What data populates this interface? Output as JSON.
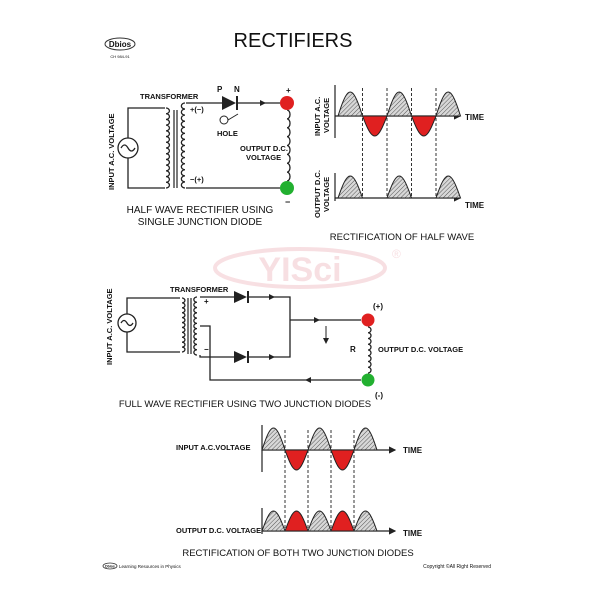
{
  "header": {
    "logo_text": "Dbios",
    "logo_code": "CH 984-91",
    "title": "RECTIFIERS"
  },
  "half_wave_circuit": {
    "transformer_label": "TRANSFORMER",
    "input_label": "INPUT A.C. VOLTAGE",
    "top_terminal": "+(−)",
    "bottom_terminal": "−(+)",
    "p_label": "P",
    "n_label": "N",
    "hole_label": "HOLE",
    "output_label_1": "OUTPUT D.C.",
    "output_label_2": "VOLTAGE",
    "plus": "+",
    "minus": "−",
    "caption_1": "HALF WAVE RECTIFIER USING",
    "caption_2": "SINGLE JUNCTION DIODE"
  },
  "half_wave_graph": {
    "input_label_1": "INPUT A.C.",
    "input_label_2": "VOLTAGE",
    "output_label_1": "OUTPUT D.C.",
    "output_label_2": "VOLTAGE",
    "time_label": "TIME",
    "caption": "RECTIFICATION OF HALF WAVE"
  },
  "watermark": {
    "text": "YISci",
    "mark": "®"
  },
  "full_wave_circuit": {
    "transformer_label": "TRANSFORMER",
    "input_label": "INPUT A.C. VOLTAGE",
    "plus_terminal": "+",
    "minus_terminal": "−",
    "r_label": "R",
    "output_label": "OUTPUT D.C. VOLTAGE",
    "output_plus": "(+)",
    "output_minus": "(-)",
    "caption": "FULL WAVE RECTIFIER USING TWO JUNCTION DIODES"
  },
  "full_wave_graph": {
    "input_label": "INPUT A.C.VOLTAGE",
    "output_label": "OUTPUT D.C. VOLTAGE",
    "time_label": "TIME",
    "caption": "RECTIFICATION OF BOTH TWO JUNCTION DIODES"
  },
  "footer": {
    "left_logo": "Dbios",
    "left_text": "Learning Resources in Physics",
    "right_text": "Copyright ©All Right Reserved"
  },
  "colors": {
    "positive_fill": "#9a9a9a",
    "negative_fill": "#e02020",
    "positive_terminal": "#e02020",
    "negative_terminal": "#22b030",
    "watermark": "#f2c6cc"
  }
}
